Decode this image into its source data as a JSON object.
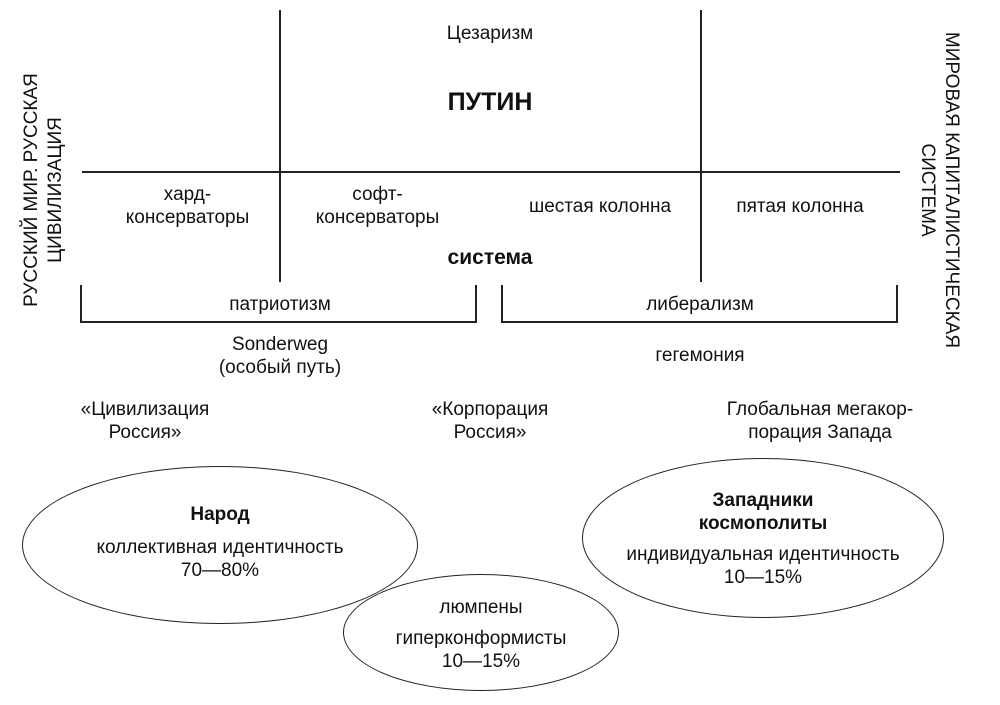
{
  "top": {
    "caesarism": "Цезаризм",
    "putin": "ПУТИН"
  },
  "side_labels": {
    "left_line1": "РУССКИЙ МИР. РУССКАЯ",
    "left_line2": "ЦИВИЛИЗАЦИЯ",
    "right_line1": "МИРОВАЯ КАПИТАЛИСТИЧЕСКАЯ",
    "right_line2": "СИСТЕМА"
  },
  "groups": {
    "hard_line1": "хард-",
    "hard_line2": "консерваторы",
    "soft_line1": "софт-",
    "soft_line2": "консерваторы",
    "sixth": "шестая колонна",
    "fifth": "пятая колонна"
  },
  "system": "система",
  "brackets": {
    "patriotism": "патриотизм",
    "liberalism": "либерализм"
  },
  "paths": {
    "sonderweg_line1": "Sonderweg",
    "sonderweg_line2": "(особый путь)",
    "hegemony": "гегемония"
  },
  "models": {
    "civ_line1": "«Цивилизация",
    "civ_line2": "Россия»",
    "corp_line1": "«Корпорация",
    "corp_line2": "Россия»",
    "global_line1": "Глобальная мегакор-",
    "global_line2": "порация Запада"
  },
  "ellipses": {
    "people": {
      "title": "Народ",
      "identity": "коллективная идентичность",
      "share": "70—80%"
    },
    "lumpen": {
      "title": "люмпены",
      "identity": "гиперконформисты",
      "share": "10—15%"
    },
    "westernizers": {
      "title_line1": "Западники",
      "title_line2": "космополиты",
      "identity": "индивидуальная идентичность",
      "share": "10—15%"
    }
  }
}
